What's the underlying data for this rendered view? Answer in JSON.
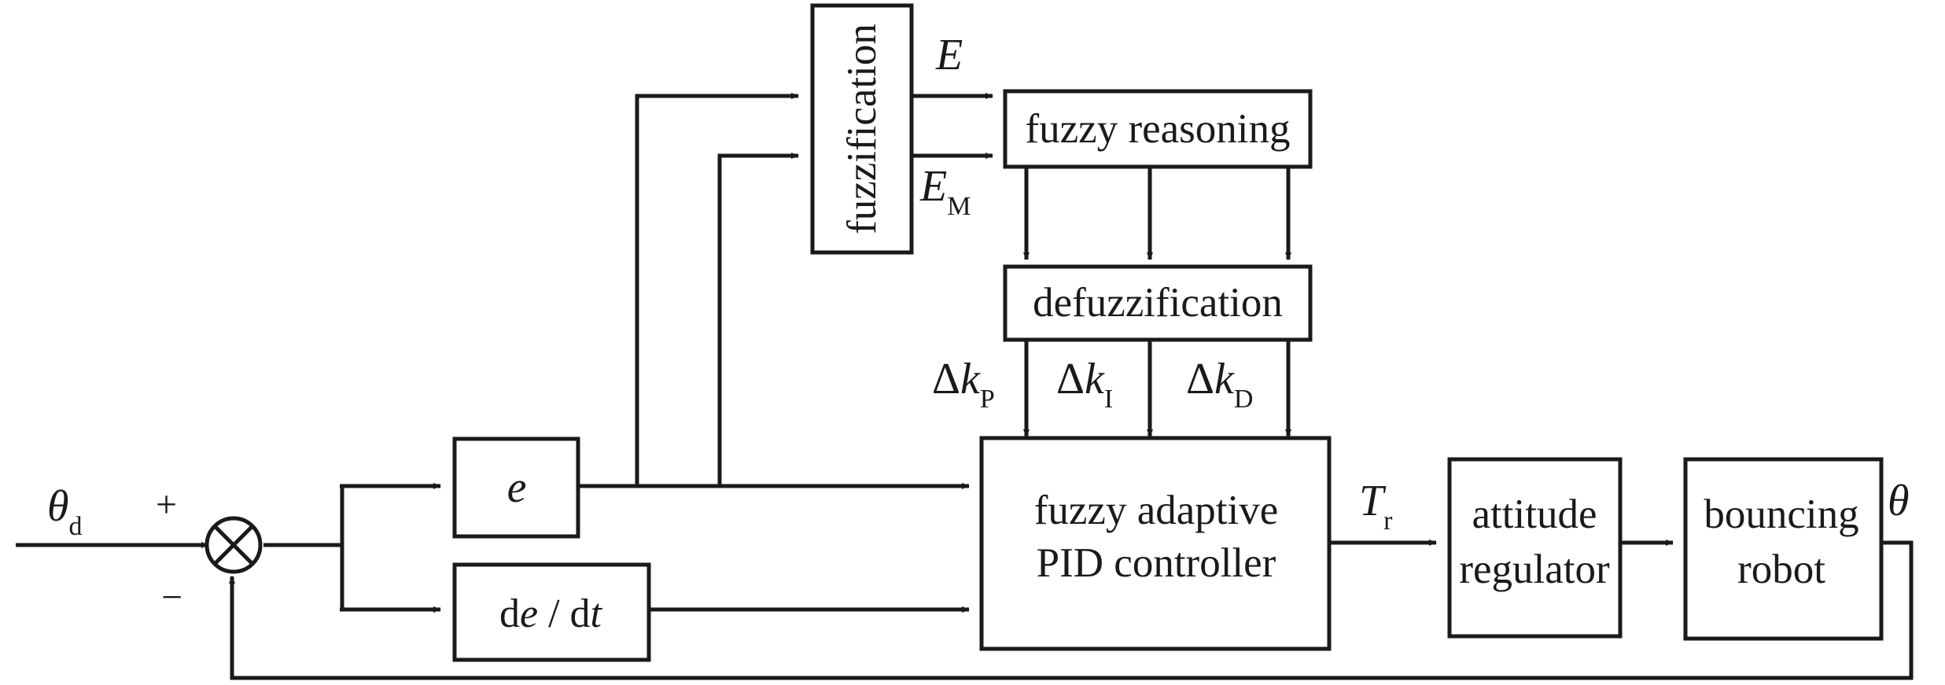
{
  "blocks": {
    "fuzzification": "fuzzification",
    "fuzzy_reasoning": "fuzzy reasoning",
    "defuzzification": "defuzzification",
    "error": "e",
    "derivative": {
      "d1": "d",
      "e": "e",
      "slash": " / d",
      "t": "t"
    },
    "controller": {
      "line1": "fuzzy adaptive",
      "line2": "PID controller"
    },
    "attitude_regulator": {
      "line1": "attitude",
      "line2": "regulator"
    },
    "bouncing_robot": {
      "line1": "bouncing",
      "line2": "robot"
    }
  },
  "signals": {
    "E": "E",
    "EM": {
      "main": "E",
      "sub": "M"
    },
    "delta_kp": {
      "delta": "Δ",
      "k": "k",
      "sub": "P"
    },
    "delta_ki": {
      "delta": "Δ",
      "k": "k",
      "sub": "I"
    },
    "delta_kd": {
      "delta": "Δ",
      "k": "k",
      "sub": "D"
    },
    "torque": {
      "main": "T",
      "sub": "r"
    },
    "theta_d": {
      "main": "θ",
      "sub": "d"
    },
    "theta_out": "θ",
    "plus": "+",
    "minus": "−"
  }
}
